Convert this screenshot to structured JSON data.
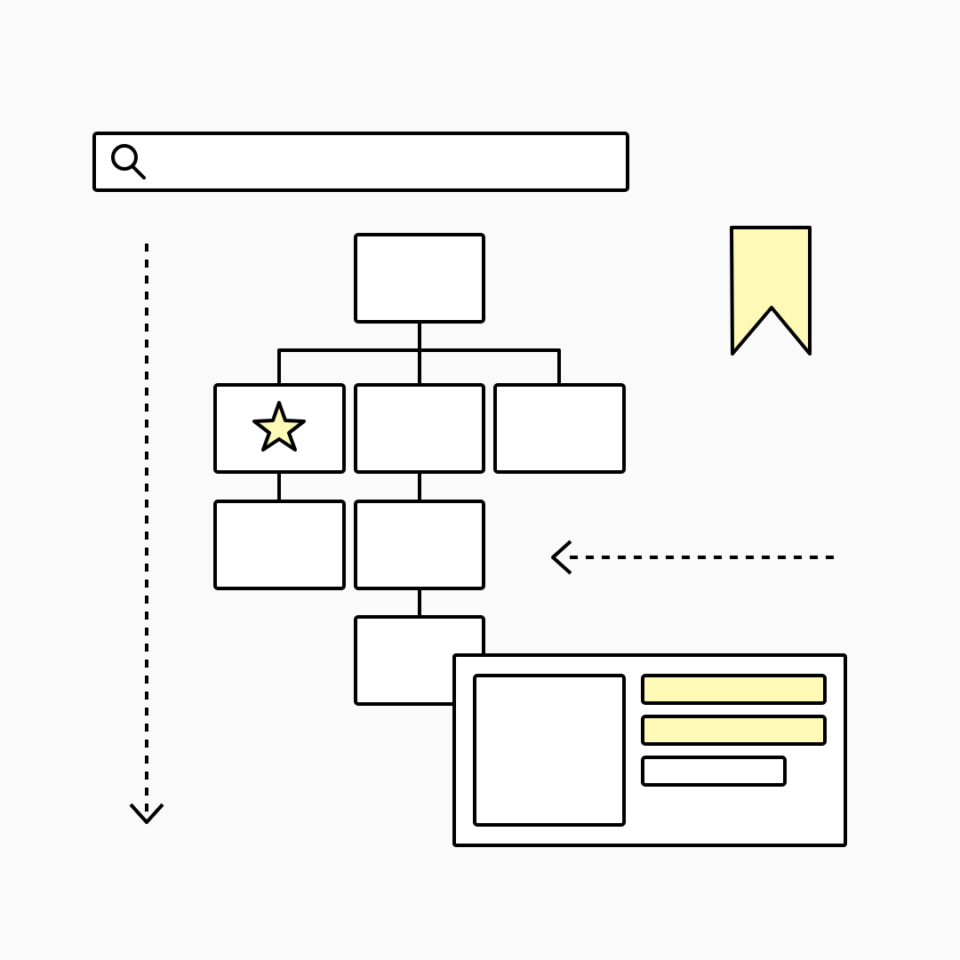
{
  "colors": {
    "background": "#fafafa",
    "stroke": "#000000",
    "fill": "#ffffff",
    "accent": "#fef9b6"
  },
  "icons": {
    "search": "search-icon",
    "favorite": "star-icon",
    "bookmark": "bookmark-icon",
    "scroll_down": "arrow-down-icon",
    "scroll_left": "arrow-left-icon"
  },
  "search": {
    "value": ""
  },
  "tree": {
    "root_count": 1,
    "level_1_count": 3,
    "level_2_count": 2,
    "level_3_count": 1,
    "starred_node": "level-1 node 1"
  },
  "detail_card": {
    "highlighted_lines": 2,
    "plain_lines": 1
  }
}
